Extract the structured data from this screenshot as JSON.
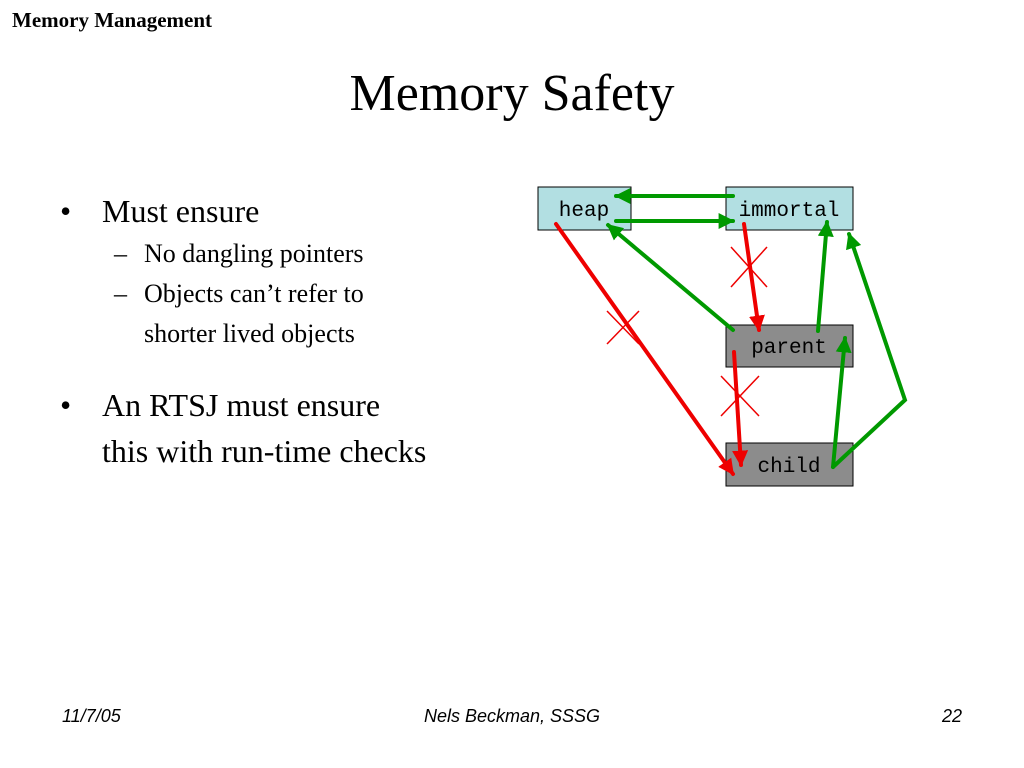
{
  "header": {
    "title": "Memory Management"
  },
  "slide": {
    "title": "Memory Safety"
  },
  "bullets": [
    {
      "text": "Must ensure",
      "subitems": [
        {
          "text": "No dangling pointers"
        },
        {
          "lines": [
            "Objects can’t refer to",
            "shorter lived objects"
          ]
        }
      ]
    },
    {
      "lines": [
        "An RTSJ must ensure",
        "this with run-time checks"
      ]
    }
  ],
  "bullet_glyph": "•",
  "sub_glyph": "–",
  "diagram": {
    "boxes": {
      "heap": "heap",
      "immortal": "immortal",
      "parent": "parent",
      "child": "child"
    },
    "colors": {
      "top_box_fill": "#b2dfe2",
      "scoped_box_fill": "#8c8c8c",
      "allowed_arrow": "#009900",
      "forbidden_arrow": "#ee0000"
    },
    "allowed_references": [
      "immortal → heap",
      "heap → immortal",
      "parent → heap",
      "parent → immortal",
      "child → parent",
      "child → immortal"
    ],
    "forbidden_references": [
      "heap → child",
      "immortal → parent",
      "parent → child"
    ]
  },
  "footer": {
    "date": "11/7/05",
    "author": "Nels Beckman, SSSG",
    "page": "22"
  }
}
